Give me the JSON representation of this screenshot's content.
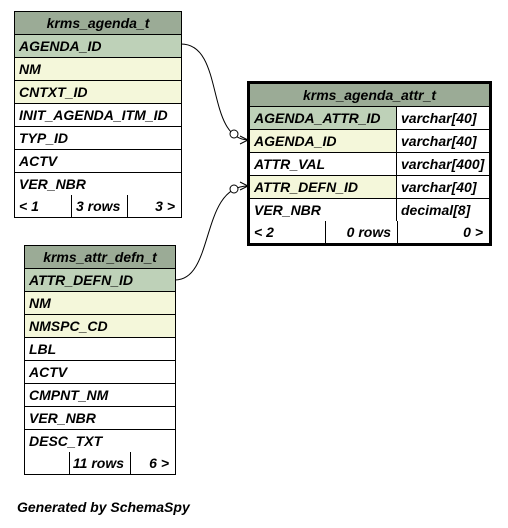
{
  "tables": {
    "agenda": {
      "name": "krms_agenda_t",
      "columns": [
        {
          "name": "AGENDA_ID",
          "kind": "pk"
        },
        {
          "name": "NM",
          "kind": "fk"
        },
        {
          "name": "CNTXT_ID",
          "kind": "fk"
        },
        {
          "name": "INIT_AGENDA_ITM_ID",
          "kind": "plain"
        },
        {
          "name": "TYP_ID",
          "kind": "plain"
        },
        {
          "name": "ACTV",
          "kind": "plain"
        },
        {
          "name": "VER_NBR",
          "kind": "plain"
        }
      ],
      "footer": {
        "parents": "< 1",
        "rows": "3 rows",
        "children": "3 >"
      }
    },
    "attr": {
      "name": "krms_agenda_attr_t",
      "columns": [
        {
          "name": "AGENDA_ATTR_ID",
          "type": "varchar[40]",
          "kind": "pk"
        },
        {
          "name": "AGENDA_ID",
          "type": "varchar[40]",
          "kind": "fk"
        },
        {
          "name": "ATTR_VAL",
          "type": "varchar[400]",
          "kind": "plain"
        },
        {
          "name": "ATTR_DEFN_ID",
          "type": "varchar[40]",
          "kind": "fk"
        },
        {
          "name": "VER_NBR",
          "type": "decimal[8]",
          "kind": "plain"
        }
      ],
      "footer": {
        "parents": "< 2",
        "rows": "0 rows",
        "children": "0 >"
      }
    },
    "defn": {
      "name": "krms_attr_defn_t",
      "columns": [
        {
          "name": "ATTR_DEFN_ID",
          "kind": "pk"
        },
        {
          "name": "NM",
          "kind": "fk"
        },
        {
          "name": "NMSPC_CD",
          "kind": "fk"
        },
        {
          "name": "LBL",
          "kind": "plain"
        },
        {
          "name": "ACTV",
          "kind": "plain"
        },
        {
          "name": "CMPNT_NM",
          "kind": "plain"
        },
        {
          "name": "VER_NBR",
          "kind": "plain"
        },
        {
          "name": "DESC_TXT",
          "kind": "plain"
        }
      ],
      "footer": {
        "parents": "",
        "rows": "11 rows",
        "children": "6 >"
      }
    }
  },
  "credit": "Generated by SchemaSpy",
  "colors": {
    "header": "#9bab96",
    "primary_key": "#bed1b8",
    "foreign_key": "#f4f7da"
  }
}
